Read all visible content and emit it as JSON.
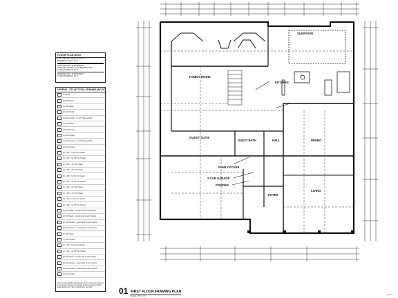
{
  "sheet": {
    "number": "01",
    "title": "FIRST FLOOR FRAMING PLAN",
    "scale": "SCALE: 1/8\" = 1'-0\"",
    "corner_ref": "LP-1.1"
  },
  "notes": {
    "title": "FLOOR PLAN NOTE",
    "lines": [
      "1. ALL CEILING HEIGHTS AT 9'-0\"",
      "   FRAMED AT 10'-0\" U.O.N.",
      "",
      "INTERIOR WALL IN BASEMENT",
      "INDICATES OPTION LOAD BEARING WALL",
      "TO BE FRAMED AT 10'-0\"",
      "",
      "INTERIOR WALL IS BASEMENT",
      "TO BE FRAMED AT 10'-0\""
    ]
  },
  "legend": {
    "title": "LEGEND - STYLE TOTAL FRAMING (NO SCOPE)",
    "rows": [
      "2x Header",
      "(2) 2x6 Header",
      "(2) 2x8 Header",
      "(2) 2x10 Header",
      "(2) 2x12 Header - w/ 1/2\" Plywood Flitch",
      "(3) 2x8 Header",
      "(3) 2x10 Header",
      "(3) 2x12 Header",
      "(3) 2x12 Header - w/ 1/2\" Plywood Flitch",
      "(4) 2x12 Header",
      "(2) 1-3/4\" x 9-1/2\" LVL Header",
      "(2) 1-3/4\" x 11-7/8\" LVL Header",
      "(2) 1-3/4\" x 14\" LVL Header",
      "(2) 1-3/4\" x 16\" LVL Header",
      "(3) 1-3/4\" x 9-1/2\" LVL Header",
      "(3) 1-3/4\" x 11-7/8\" LVL Header",
      "(3) 1-3/4\" x 14\" LVL Header",
      "(3) 1-3/4\" x 16\" LVL Header",
      "(2) 1-3/4\" x 9-1/2\" LVL Header",
      "(2) 1-3/4\" x 11-7/8\" LVL Header",
      "(2) 2x6 Header - at each side of each window",
      "(2) 2x8 Header - at each side of each window",
      "(3) 2x10 Header - at each side of each window",
      "(3) 2x12 Header - at each side of each window",
      "(3) 2x6 Header",
      "(3) 2x10 Header",
      "(2) 1-3/4\" x 9-1/2\" LVL Header",
      "(2) 1-3/4\" x 11-7/8\" LVL Header",
      "(2) 2x6 Header - at each side of each window",
      "(2) 2x12 Header - at each side of each window",
      "(3) 2x12 Header - at each side of each window",
      "(3) 2x12 Header"
    ],
    "footer": "Steel function identifies framing type. Refer to structural engineer's documents for all steel connections. Framing members shall be beam depth U.N.O. Top of Joist Pocket, Std. SRX"
  },
  "rooms": {
    "sunroom": "SUNROOM",
    "family_room": "FAMILY ROOM",
    "kitchen": "KITCHEN",
    "guest_suite": "GUEST SUITE",
    "guest_bath": "GUEST BATH",
    "hall": "HALL",
    "dining": "DINING",
    "family_foyer": "FAMILY FOYER",
    "garage": "2-CAR GARAGE",
    "powder": "POWDER",
    "foyer": "FOYER",
    "living": "LIVING"
  },
  "colors": {
    "ink": "#111111",
    "grid": "#444444",
    "paper": "#ffffff"
  }
}
